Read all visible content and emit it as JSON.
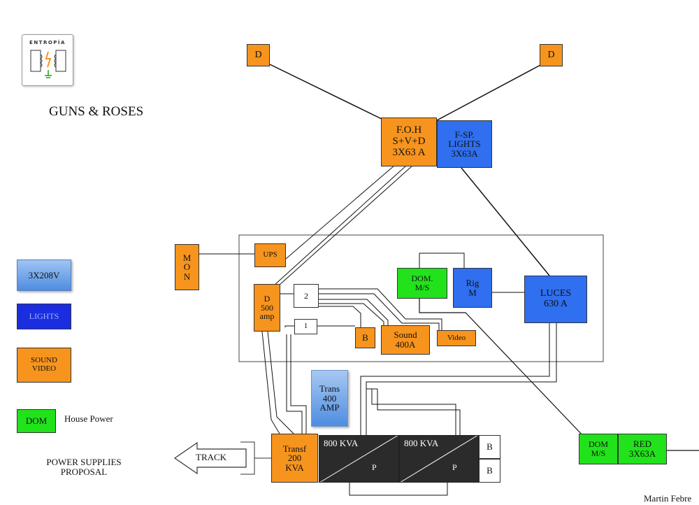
{
  "colors": {
    "sound": "#f7941d",
    "lights": "#2f6ff0",
    "dom": "#22e21b",
    "voltage": "#6fa6e8",
    "transformer": "#2b2b2b"
  },
  "logo": {
    "text": "ENTROPÍA"
  },
  "title": "GUNS & ROSES",
  "footer": {
    "proposal": "POWER SUPPLIES\nPROPOSAL",
    "author": "Martin Febre"
  },
  "legend": {
    "voltage": "3X208V",
    "lights": "LIGHTS",
    "sound": "SOUND\nVIDEO",
    "dom": "DOM",
    "dom_desc": "House Power"
  },
  "nodes": {
    "d_left": "D",
    "d_right": "D",
    "foh": "F.O.H\nS+V+D\n3X63 A",
    "fsp": "F-SP.\nLIGHTS\n3X63A",
    "mon": "M\nO\nN",
    "ups": "UPS",
    "d500": "D\n500\namp",
    "n2": "2",
    "n1": "1",
    "b_small": "B",
    "sound": "Sound\n400A",
    "video": "Video",
    "dom_ms": "DOM.\nM/S",
    "rig": "Rig\nM",
    "luces": "LUCES\n630 A",
    "trans400": "Trans\n400\nAMP",
    "transf200": "Transf\n200\nKVA",
    "track": "TRACK",
    "kva1": "800 KVA",
    "kva2": "800 KVA",
    "p1": "P",
    "p2": "P",
    "b1": "B",
    "b2": "B",
    "dom_ms2": "DOM\nM/S",
    "red": "RED\n3X63A"
  }
}
